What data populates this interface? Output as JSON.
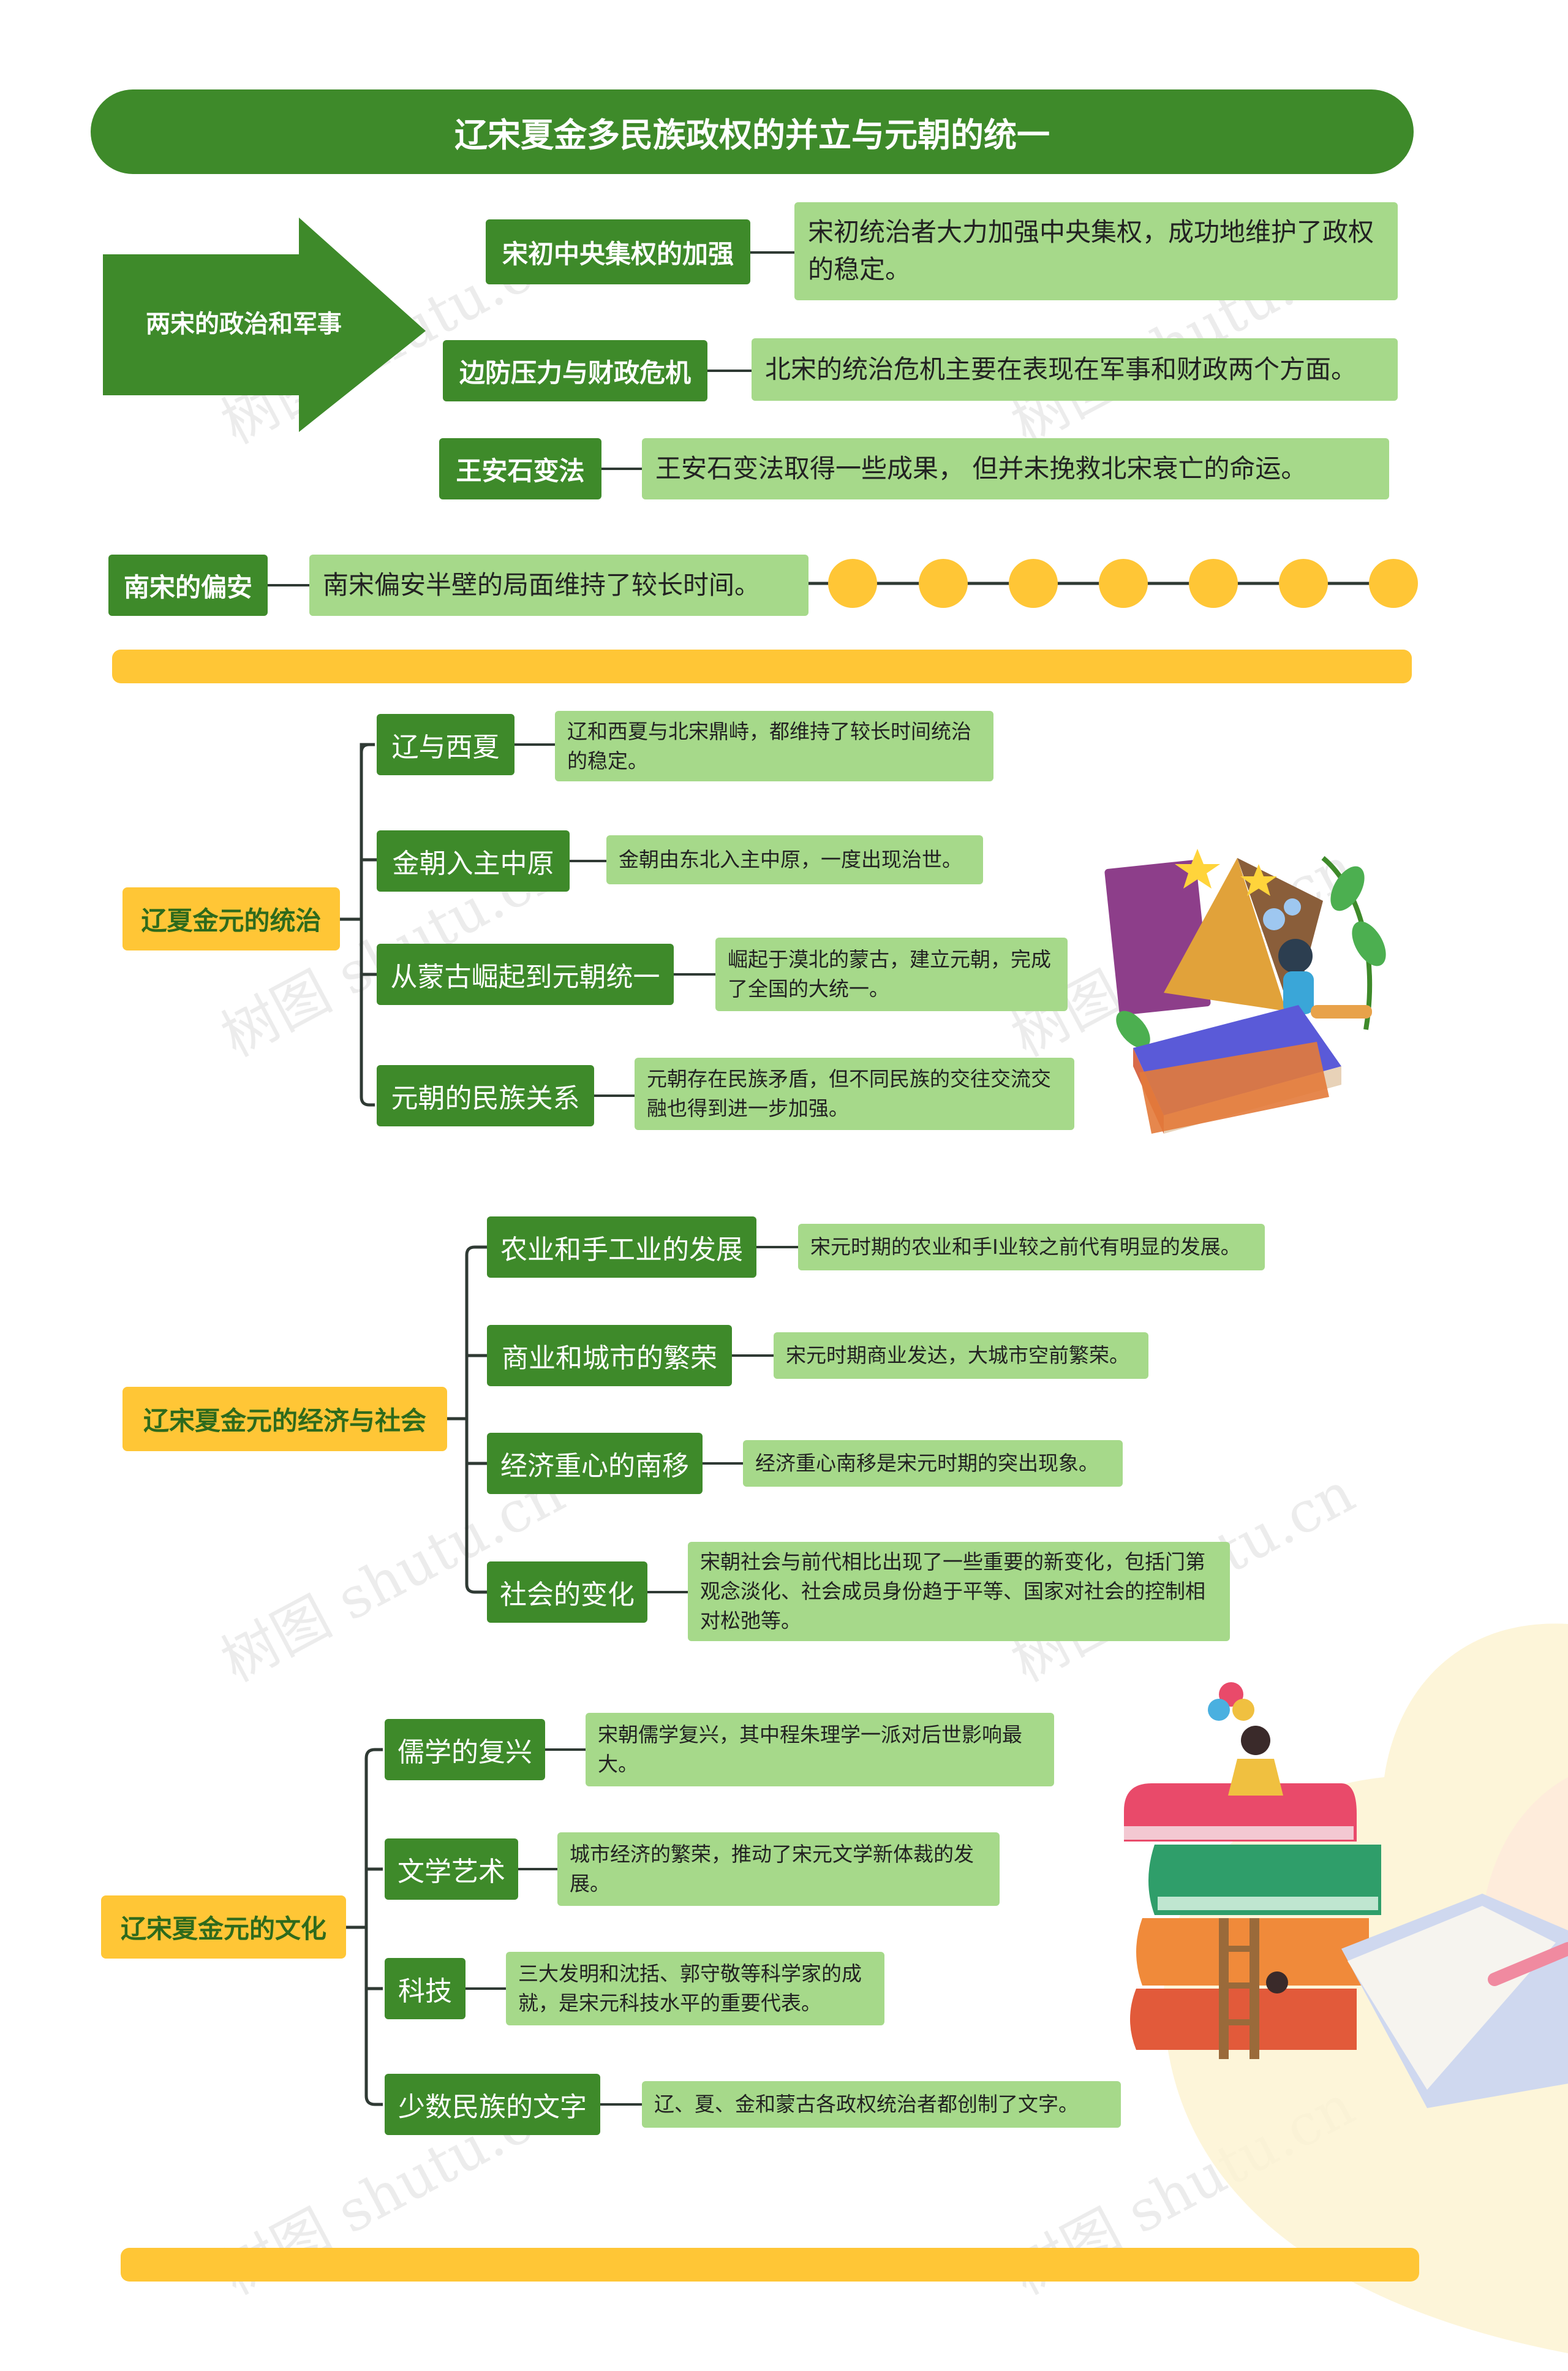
{
  "title": "辽宋夏金多民族政权的并立与元朝的统一",
  "section1": {
    "label": "两宋的政治和军事",
    "items": [
      {
        "topic": "宋初中央集权的加强",
        "detail": "宋初统治者大力加强中央集权，成功地维护了政权的稳定。"
      },
      {
        "topic": "边防压力与财政危机",
        "detail": "北宋的统治危机主要在表现在军事和财政两个方面。"
      },
      {
        "topic": "王安石变法",
        "detail": "王安石变法取得一些成果， 但并未挽救北宋衰亡的命运。"
      }
    ]
  },
  "section_nansong": {
    "label": "南宋的偏安",
    "detail": "南宋偏安半壁的局面维持了较长时间。"
  },
  "section2": {
    "label": "辽夏金元的统治",
    "items": [
      {
        "topic": "辽与西夏",
        "detail": "辽和西夏与北宋鼎峙，都维持了较长时间统治的稳定。"
      },
      {
        "topic": "金朝入主中原",
        "detail": "金朝由东北入主中原，一度出现治世。"
      },
      {
        "topic": "从蒙古崛起到元朝统一",
        "detail": "崛起于漠北的蒙古，建立元朝，完成了全国的大统一。"
      },
      {
        "topic": "元朝的民族关系",
        "detail": "元朝存在民族矛盾，但不同民族的交往交流交融也得到进一步加强。"
      }
    ]
  },
  "section3": {
    "label": "辽宋夏金元的经济与社会",
    "items": [
      {
        "topic": "农业和手工业的发展",
        "detail": "宋元时期的农业和手I业较之前代有明显的发展。"
      },
      {
        "topic": "商业和城市的繁荣",
        "detail": "宋元时期商业发达，大城市空前繁荣。"
      },
      {
        "topic": "经济重心的南移",
        "detail": "经济重心南移是宋元时期的突出现象。"
      },
      {
        "topic": "社会的变化",
        "detail": "宋朝社会与前代相比出现了一些重要的新变化，包括门第观念淡化、社会成员身份趋于平等、国家对社会的控制相对松弛等。"
      }
    ]
  },
  "section4": {
    "label": "辽宋夏金元的文化",
    "items": [
      {
        "topic": "儒学的复兴",
        "detail": "宋朝儒学复兴，其中程朱理学一派对后世影响最大。"
      },
      {
        "topic": "文学艺术",
        "detail": "城市经济的繁荣，推动了宋元文学新体裁的发展。"
      },
      {
        "topic": "科技",
        "detail": "三大发明和沈括、郭守敬等科学家的成就，是宋元科技水平的重要代表。"
      },
      {
        "topic": "少数民族的文字",
        "detail": "辽、夏、金和蒙古各政权统治者都创制了文字。"
      }
    ]
  },
  "watermark": "树图 shutu.cn",
  "colors": {
    "green_dark": "#3e8a2a",
    "green_light": "#a6d98a",
    "yellow": "#ffc636",
    "line": "#2f3a34"
  }
}
